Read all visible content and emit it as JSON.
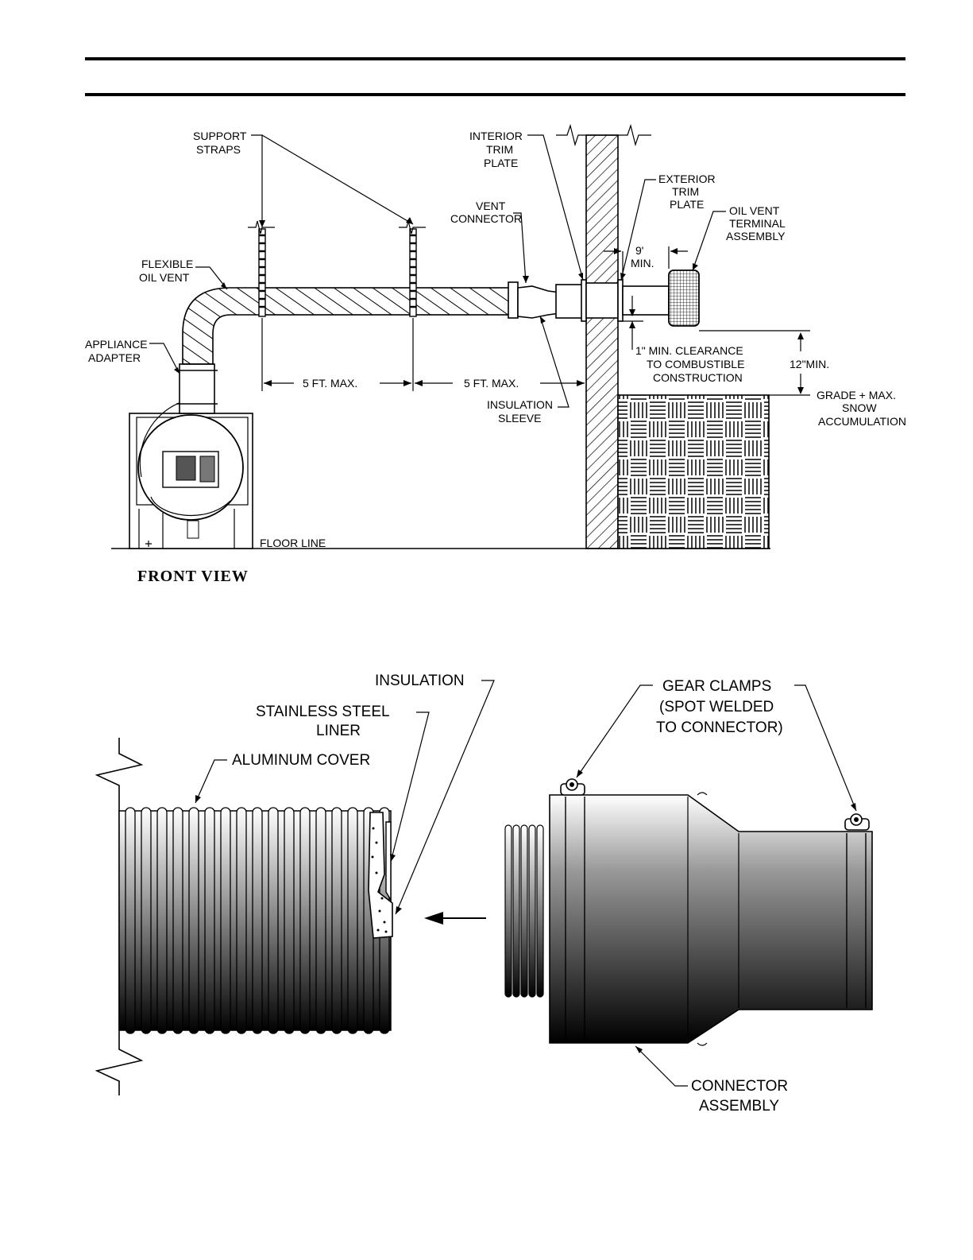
{
  "front_view": {
    "title": "FRONT VIEW",
    "labels": {
      "support_straps": [
        "SUPPORT",
        "STRAPS"
      ],
      "flexible_oil_vent": [
        "FLEXIBLE",
        "OIL VENT"
      ],
      "appliance_adapter": [
        "APPLIANCE",
        "ADAPTER"
      ],
      "interior_trim_plate": [
        "INTERIOR",
        "TRIM",
        "PLATE"
      ],
      "vent_connector": [
        "VENT",
        "CONNECTOR"
      ],
      "exterior_trim_plate": [
        "EXTERIOR",
        "TRIM",
        "PLATE"
      ],
      "oil_vent_terminal_assembly": [
        "OIL VENT",
        "TERMINAL",
        "ASSEMBLY"
      ],
      "nine_min": [
        "9'",
        "MIN."
      ],
      "clearance": [
        "1\" MIN. CLEARANCE",
        "TO COMBUSTIBLE",
        "CONSTRUCTION"
      ],
      "twelve_min": "12\"MIN.",
      "grade_snow": [
        "GRADE + MAX.",
        "SNOW",
        "ACCUMULATION"
      ],
      "five_ft_1": "5 FT. MAX.",
      "five_ft_2": "5 FT. MAX.",
      "insulation_sleeve": [
        "INSULATION",
        "SLEEVE"
      ],
      "floor_line": "FLOOR LINE"
    }
  },
  "detail": {
    "labels": {
      "insulation": "INSULATION",
      "stainless_steel_liner": [
        "STAINLESS STEEL",
        "LINER"
      ],
      "aluminum_cover": "ALUMINUM COVER",
      "gear_clamps": [
        "GEAR CLAMPS",
        "(SPOT WELDED",
        "TO CONNECTOR)"
      ],
      "connector_assembly": [
        "CONNECTOR",
        "ASSEMBLY"
      ]
    }
  }
}
